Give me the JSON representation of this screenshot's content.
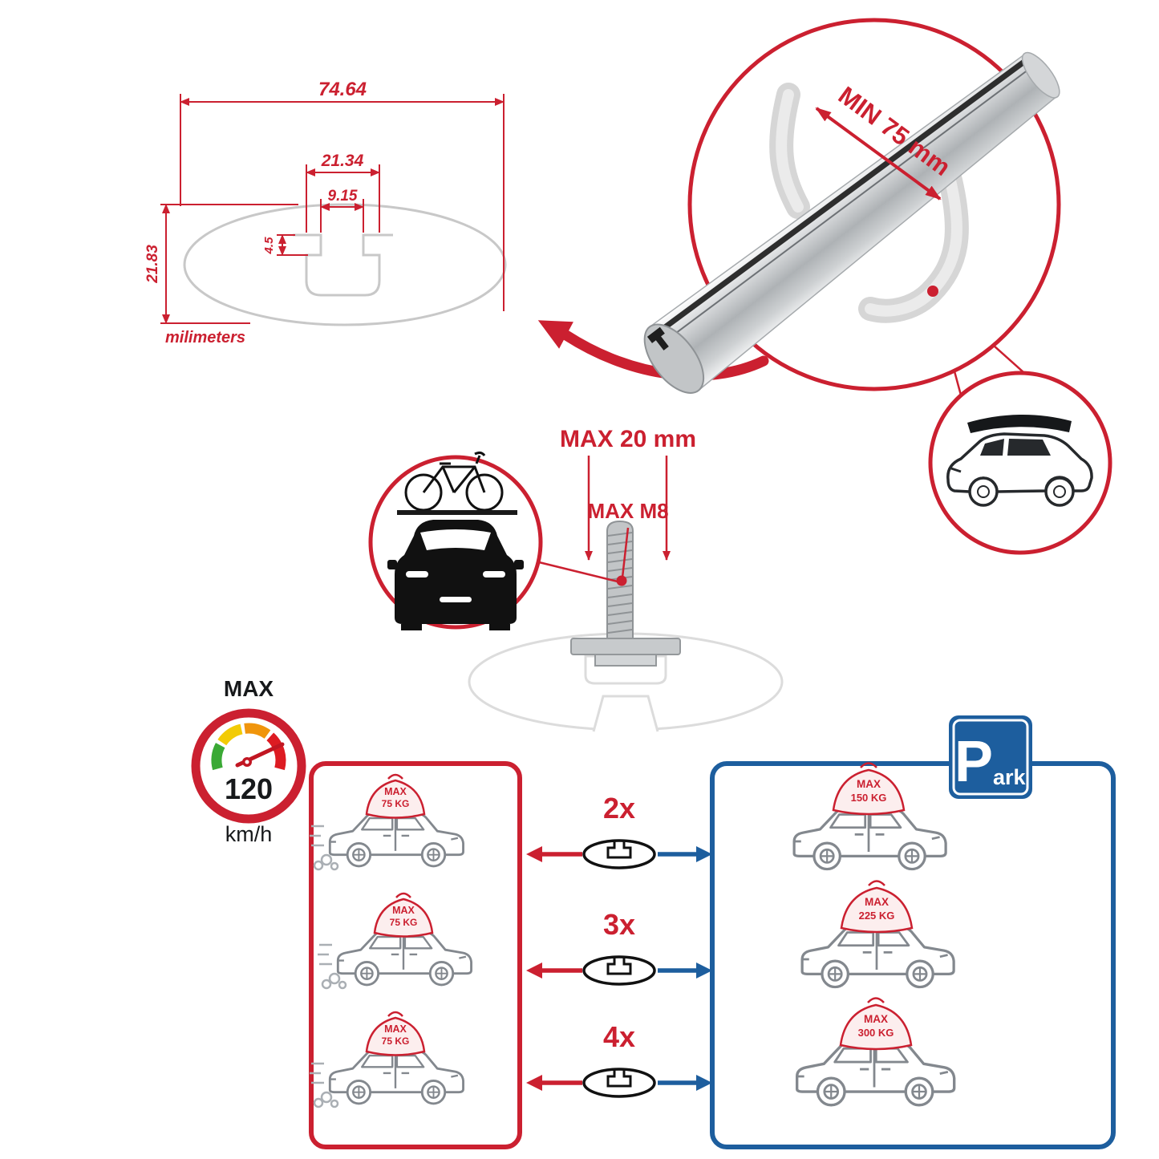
{
  "colors": {
    "accent_red": "#cb2030",
    "accent_blue": "#1d5e9e",
    "line_gray": "#c8c8c8",
    "faint_gray": "#dcdcdc",
    "car_gray": "#83888e",
    "ink": "#17191b",
    "gauge_green": "#3aa935",
    "gauge_yellow": "#f2cb05",
    "gauge_orange": "#f0950c",
    "gauge_red": "#dd1b22"
  },
  "icons": {
    "speedometer-icon": "circular gauge with colored arc and needle",
    "parking-sign-icon": "blue square with white P",
    "crossbar-section-icon": "oval profile with T-slot",
    "suv-icon": "side-view SUV line art",
    "roof-bag-icon": "dome cargo bag with handle",
    "bicycle-icon": "bicycle line art",
    "car-front-icon": "black car front silhouette",
    "roofbox-suv-icon": "SUV with black roof box"
  },
  "cross_section": {
    "total_width": "74.64",
    "channel_outer_width": "21.34",
    "channel_opening_width": "9.15",
    "lip_depth": "4.5",
    "total_height": "21.83",
    "units": "milimeters"
  },
  "clamp": {
    "min_grip": "MIN 75 mm"
  },
  "bolt": {
    "max_length": "MAX 20 mm",
    "max_thread": "MAX M8"
  },
  "speed_limit": {
    "label": "MAX",
    "value": "120",
    "unit": "km/h"
  },
  "parking": {
    "initial": "P",
    "rest": "ark"
  },
  "load_rows": [
    {
      "multiplier": "2x",
      "driving_label": "MAX",
      "driving_value": "75 KG",
      "parked_label": "MAX",
      "parked_value": "150 KG"
    },
    {
      "multiplier": "3x",
      "driving_label": "MAX",
      "driving_value": "75 KG",
      "parked_label": "MAX",
      "parked_value": "225 KG"
    },
    {
      "multiplier": "4x",
      "driving_label": "MAX",
      "driving_value": "75 KG",
      "parked_label": "MAX",
      "parked_value": "300 KG"
    }
  ]
}
